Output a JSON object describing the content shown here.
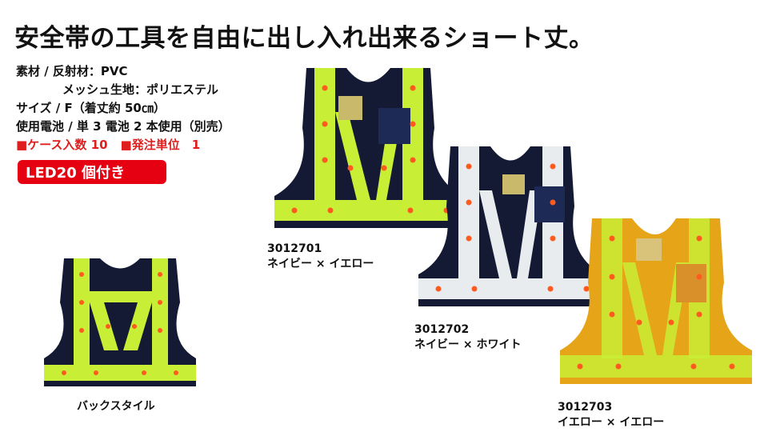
{
  "headline": "安全帯の工具を自由に出し入れ出来るショート丈。",
  "specs": {
    "material": "素材 / 反射材：PVC",
    "mesh": "メッシュ生地：ポリエステル",
    "size": "サイズ / F（着丈約 50㎝）",
    "battery": "使用電池 / 単 3 電池 2 本使用（別売）",
    "case_qty": "■ケース入数 10",
    "order_unit": "■発注単位　1"
  },
  "badge": "LED20 個付き",
  "products": [
    {
      "code": "3012701",
      "color": "ネイビー × イエロー"
    },
    {
      "code": "3012702",
      "color": "ネイビー × ホワイト"
    },
    {
      "code": "3012703",
      "color": "イエロー × イエロー"
    }
  ],
  "back_style": "バックスタイル",
  "colors": {
    "navy": "#141a33",
    "lime": "#c8ee35",
    "white_reflect": "#e8ecef",
    "orange_mesh": "#e6a419",
    "led": "#ff5a1f",
    "badge_red": "#e50012"
  }
}
